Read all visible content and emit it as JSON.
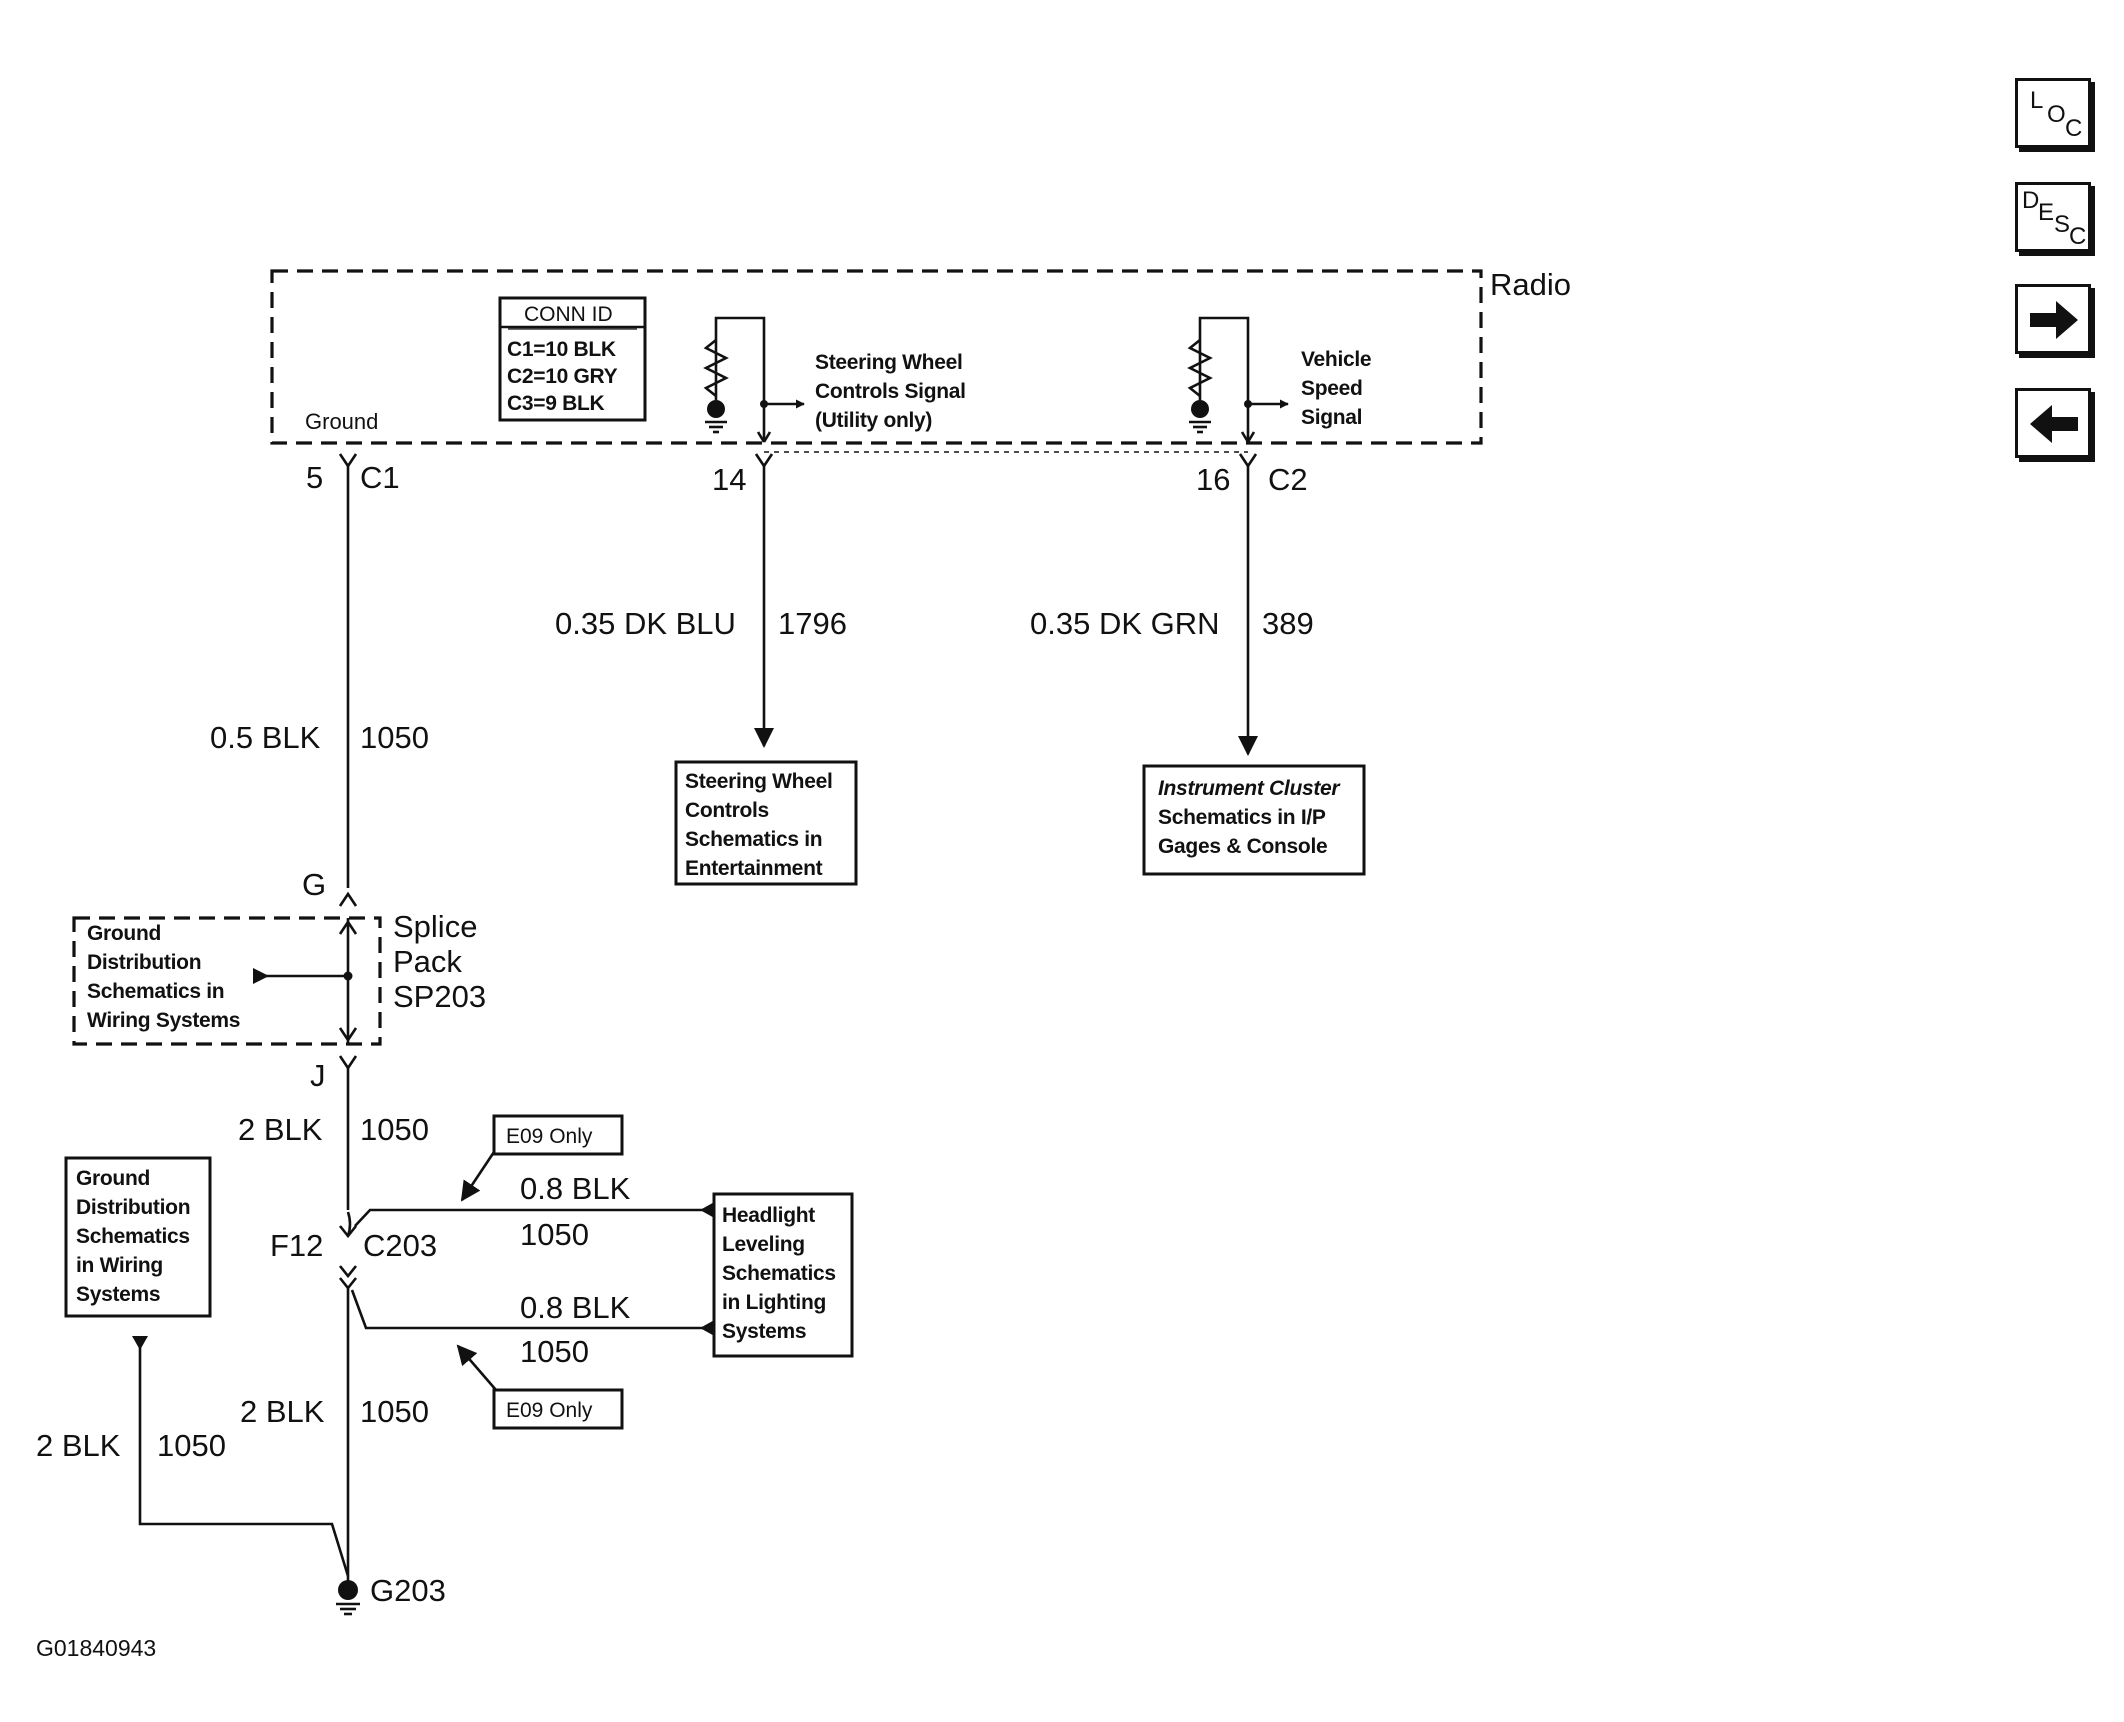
{
  "radio": {
    "title": "Radio",
    "ground_label": "Ground"
  },
  "conn_id": {
    "title": "CONN ID",
    "lines": [
      "C1=10 BLK",
      "C2=10 GRY",
      "C3=9 BLK"
    ]
  },
  "signals": {
    "steering": [
      "Steering Wheel",
      "Controls Signal",
      "(Utility only)"
    ],
    "speed": [
      "Vehicle",
      "Speed",
      "Signal"
    ]
  },
  "pins": {
    "c1_pin": "5",
    "c1": "C1",
    "steering_pin": "14",
    "speed_pin": "16",
    "c2": "C2",
    "g": "G",
    "j": "J",
    "f12": "F12",
    "c203": "C203"
  },
  "wires": {
    "w1796": {
      "gauge": "0.35 DK BLU",
      "circuit": "1796"
    },
    "w389": {
      "gauge": "0.35 DK GRN",
      "circuit": "389"
    },
    "w1050_top": {
      "gauge": "0.5 BLK",
      "circuit": "1050"
    },
    "w1050_mid": {
      "gauge": "2 BLK",
      "circuit": "1050"
    },
    "w1050_low": {
      "gauge": "2 BLK",
      "circuit": "1050"
    },
    "w1050_left": {
      "gauge": "2 BLK",
      "circuit": "1050"
    },
    "w_hl_top": {
      "gauge": "0.8 BLK",
      "circuit": "1050"
    },
    "w_hl_bot": {
      "gauge": "0.8 BLK",
      "circuit": "1050"
    }
  },
  "refs": {
    "steering": [
      "Steering Wheel",
      "Controls",
      "Schematics in",
      "Entertainment"
    ],
    "cluster": [
      "Instrument Cluster",
      "Schematics in I/P",
      "Gages & Console"
    ],
    "ground_splice": [
      "Ground",
      "Distribution",
      "Schematics in",
      "Wiring Systems"
    ],
    "ground_left": [
      "Ground",
      "Distribution",
      "Schematics",
      "in Wiring",
      "Systems"
    ],
    "headlight": [
      "Headlight",
      "Leveling",
      "Schematics",
      "in Lighting",
      "Systems"
    ]
  },
  "splice": [
    "Splice",
    "Pack",
    "SP203"
  ],
  "options": {
    "top": "E09 Only",
    "bottom": "E09 Only"
  },
  "ground": {
    "label": "G203"
  },
  "figure_id": "G01840943",
  "nav": {
    "loc": [
      "L",
      "O",
      "C"
    ],
    "desc": [
      "D",
      "E",
      "S",
      "C"
    ]
  }
}
